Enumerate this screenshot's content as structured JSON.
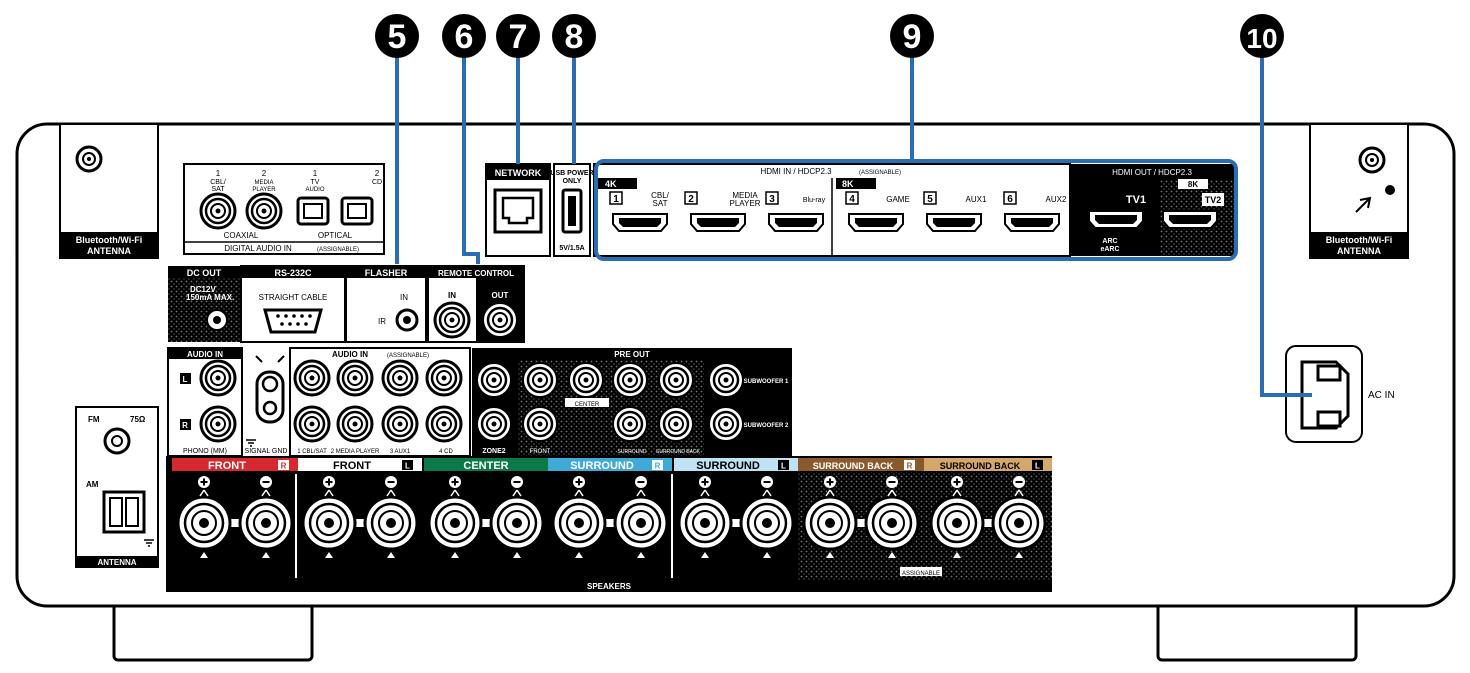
{
  "callouts": [
    "5",
    "6",
    "7",
    "8",
    "9",
    "10"
  ],
  "antenna_bt": {
    "line1": "Bluetooth/Wi-Fi",
    "line2": "ANTENNA"
  },
  "digital_audio": {
    "title": "DIGITAL AUDIO IN",
    "assign": "(ASSIGNABLE)",
    "coax_label": "COAXIAL",
    "optical_label": "OPTICAL",
    "in1_num": "1",
    "in1_l1": "CBL/",
    "in1_l2": "SAT",
    "in2_num": "2",
    "in2_l1": "MEDIA",
    "in2_l2": "PLAYER",
    "opt1_num": "1",
    "opt1_l1": "TV",
    "opt1_l2": "AUDIO",
    "opt2_num": "2",
    "opt2_l1": "CD"
  },
  "network": {
    "label": "NETWORK"
  },
  "usb": {
    "line1": "USB POWER",
    "line2": "ONLY",
    "rating": "5V/1.5A"
  },
  "hdmi_in": {
    "title": "HDMI IN / HDCP2.3",
    "assign": "(ASSIGNABLE)",
    "badge_4k": "4K",
    "badge_8k": "8K",
    "ports": [
      {
        "num": "1",
        "l1": "CBL/",
        "l2": "SAT"
      },
      {
        "num": "2",
        "l1": "MEDIA",
        "l2": "PLAYER"
      },
      {
        "num": "3",
        "l1": "Blu-ray",
        "l2": ""
      },
      {
        "num": "4",
        "l1": "GAME",
        "l2": ""
      },
      {
        "num": "5",
        "l1": "AUX1",
        "l2": ""
      },
      {
        "num": "6",
        "l1": "AUX2",
        "l2": ""
      }
    ]
  },
  "hdmi_out": {
    "title": "HDMI OUT / HDCP2.3",
    "badge_8k": "8K",
    "tv1": "TV1",
    "tv2": "TV2",
    "arc1": "ARC",
    "arc2": "eARC"
  },
  "dc_out": {
    "title": "DC OUT",
    "l1": "DC12V",
    "l2": "150mA MAX."
  },
  "rs232c": {
    "title": "RS-232C",
    "cable": "STRAIGHT CABLE"
  },
  "flasher": {
    "title": "FLASHER",
    "in": "IN",
    "ir": "IR"
  },
  "remote": {
    "title": "REMOTE CONTROL",
    "in": "IN",
    "out": "OUT"
  },
  "audio_in_phono": {
    "title": "AUDIO IN",
    "l": "L",
    "r": "R",
    "phono": "PHONO (MM)"
  },
  "signal_gnd": "SIGNAL GND",
  "audio_in_assign": {
    "title": "AUDIO IN",
    "assign": "(ASSIGNABLE)",
    "labels": [
      "1 CBL/SAT",
      "2 MEDIA PLAYER",
      "3 AUX1",
      "4 CD"
    ]
  },
  "pre_out": {
    "title": "PRE OUT",
    "zone2": "ZONE2",
    "front": "FRONT",
    "center": "CENTER",
    "surround": "SURROUND",
    "surround_back": "SURROUND BACK",
    "sub1": "SUBWOOFER 1",
    "sub2": "SUBWOOFER 2"
  },
  "antenna_fm": {
    "fm": "FM",
    "ohm": "75Ω",
    "am": "AM",
    "label": "ANTENNA"
  },
  "speakers": {
    "label": "SPEAKERS",
    "assignable": "ASSIGNABLE",
    "channels": [
      {
        "name": "FRONT",
        "side": "R",
        "color": "#d7282f"
      },
      {
        "name": "FRONT",
        "side": "L",
        "color": "#ffffff"
      },
      {
        "name": "CENTER",
        "side": "",
        "color": "#0c7a48"
      },
      {
        "name": "SURROUND",
        "side": "R",
        "color": "#3fa9d8"
      },
      {
        "name": "SURROUND",
        "side": "L",
        "color": "#bfe3f3"
      },
      {
        "name": "SURROUND BACK",
        "side": "R",
        "color": "#8a5a2b"
      },
      {
        "name": "SURROUND BACK",
        "side": "L",
        "color": "#d6a76b"
      }
    ]
  },
  "ac_in": {
    "label": "AC IN"
  },
  "colors": {
    "callout_line": "#2a6db5",
    "panel": "#000000",
    "chassis": "#ffffff"
  }
}
